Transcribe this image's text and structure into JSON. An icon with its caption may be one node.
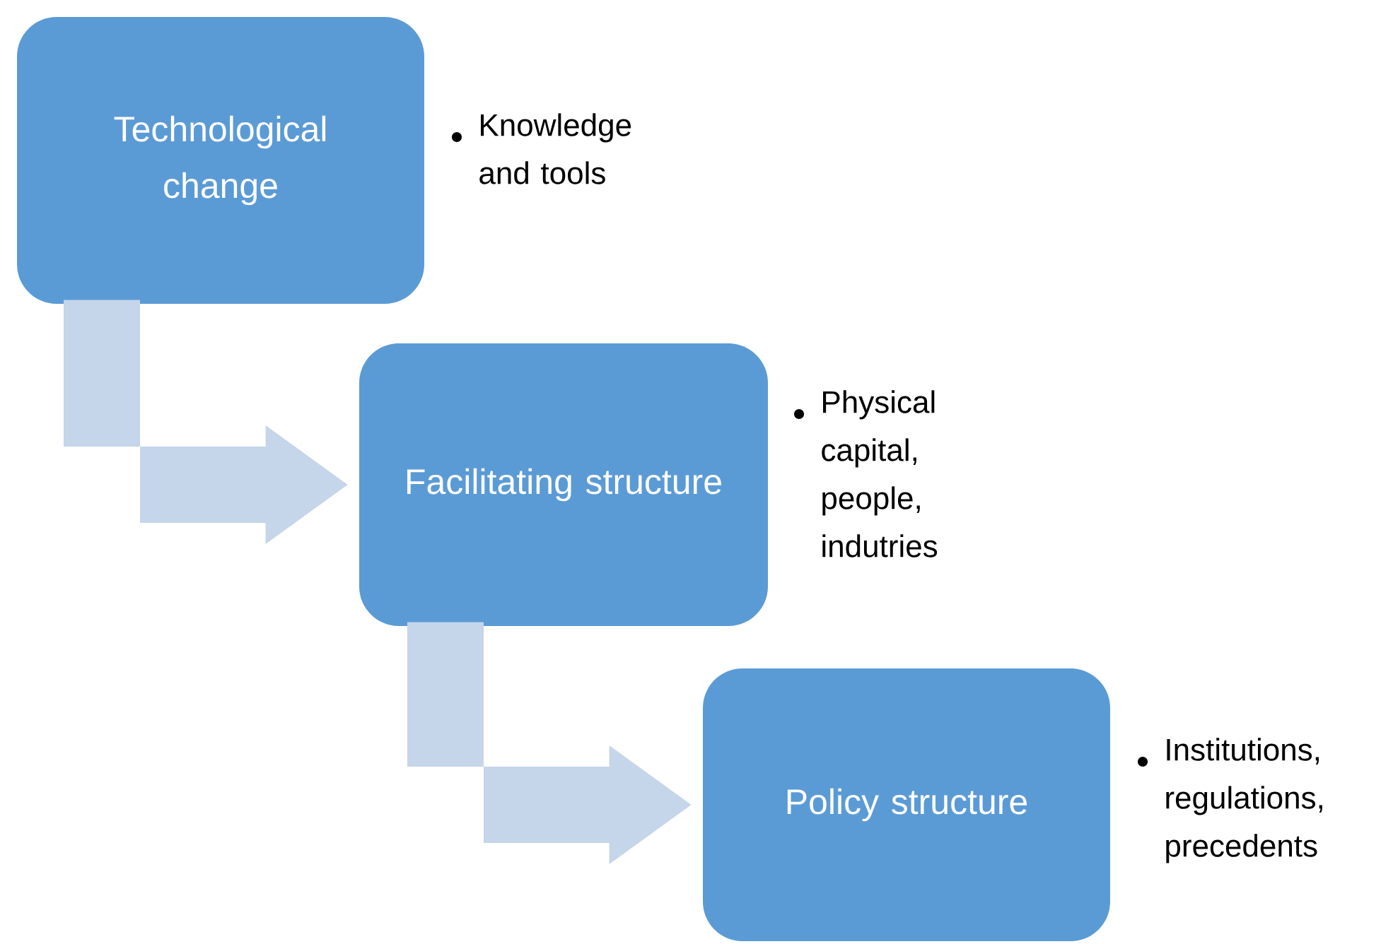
{
  "diagram": {
    "nodes": [
      {
        "text": [
          "Technological change"
        ],
        "beside": [
          "Knowledge and tools"
        ]
      },
      {
        "text": [
          "Facilitating structure"
        ],
        "beside": [
          "Physical capital, people, indutries"
        ]
      },
      {
        "text": [
          "Policy structure"
        ],
        "beside": [
          "Institutions, regulations, precedents"
        ]
      }
    ],
    "edges": [
      {
        "from": 0,
        "to": 1,
        "arrow": "to"
      },
      {
        "from": 1,
        "to": 2,
        "arrow": "to"
      }
    ]
  }
}
